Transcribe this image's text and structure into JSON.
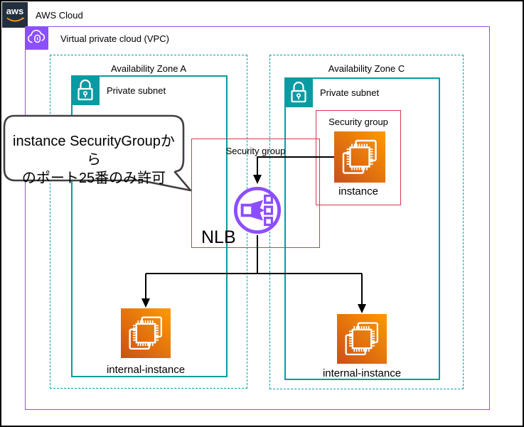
{
  "aws_cloud": {
    "label": "AWS Cloud"
  },
  "vpc": {
    "label": "Virtual private cloud (VPC)"
  },
  "availability_zones": {
    "a": {
      "label": "Availability Zone A",
      "subnet": {
        "label": "Private subnet"
      }
    },
    "c": {
      "label": "Availability Zone C",
      "subnet": {
        "label": "Private subnet"
      }
    }
  },
  "security_groups": {
    "nlb": {
      "label": "Security group",
      "node": "NLB"
    },
    "instance": {
      "label": "Security group",
      "node": "instance"
    }
  },
  "nodes": {
    "internal_instance_a": {
      "label": "internal-instance"
    },
    "internal_instance_c": {
      "label": "internal-instance"
    }
  },
  "callout": {
    "line1": "instance SecurityGroupから",
    "line2": "のポート25番のみ許可"
  },
  "icons": {
    "aws_logo": "aws-logo-icon",
    "vpc": "vpc-cloud-lock-icon",
    "private_subnet": "lock-icon",
    "ec2_instance": "ec2-instance-icon",
    "nlb": "network-load-balancer-icon"
  },
  "colors": {
    "aws_dark": "#232F3E",
    "vpc_purple": "#8C4FFF",
    "subnet_teal": "#089BA3",
    "security_group_red": "#DD344C",
    "ec2_orange_dark": "#C8511B",
    "ec2_orange_light": "#FF9900",
    "arrow_black": "#000000",
    "callout_stroke": "#404040"
  }
}
